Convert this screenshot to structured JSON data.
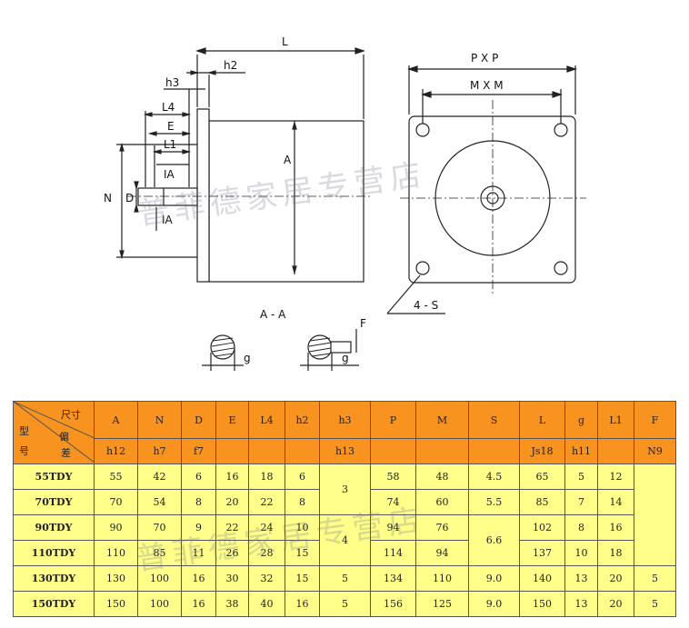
{
  "drawing": {
    "labels": {
      "L": "L",
      "h2": "h2",
      "h3": "h3",
      "L4": "L4",
      "E": "E",
      "L1": "L1",
      "IA_top": "IA",
      "IA_bottom": "IA",
      "N": "N",
      "D": "D",
      "A": "A",
      "PxP": "P X P",
      "MxM": "M X M",
      "4S": "4 - S",
      "AA": "A - A",
      "F": "F",
      "g1": "g",
      "g2": "g"
    }
  },
  "watermark": "普菲德家居专营店",
  "table": {
    "corner": {
      "top": "尺寸",
      "mid": "偏",
      "left1": "型",
      "left2": "号",
      "bottom": "差"
    },
    "columns": [
      "A",
      "N",
      "D",
      "E",
      "L4",
      "h2",
      "h3",
      "P",
      "M",
      "S",
      "L",
      "g",
      "L1",
      "F"
    ],
    "tolerances": [
      "h12",
      "h7",
      "f7",
      "",
      "",
      "",
      "h13",
      "",
      "",
      "",
      "Js18",
      "h11",
      "",
      "N9"
    ],
    "rows": [
      {
        "model": "55TDY",
        "cells": [
          "55",
          "42",
          "6",
          "16",
          "18",
          "6"
        ],
        "rest": [
          "58",
          "48",
          "",
          "65",
          "5",
          "12"
        ]
      },
      {
        "model": "70TDY",
        "cells": [
          "70",
          "54",
          "8",
          "20",
          "22",
          "8"
        ],
        "rest": [
          "74",
          "60",
          "",
          "85",
          "7",
          "14"
        ]
      },
      {
        "model": "90TDY",
        "cells": [
          "90",
          "70",
          "9",
          "22",
          "24",
          "10"
        ],
        "rest": [
          "94",
          "76",
          "",
          "102",
          "8",
          "16"
        ]
      },
      {
        "model": "110TDY",
        "cells": [
          "110",
          "85",
          "11",
          "26",
          "28",
          "15"
        ],
        "rest": [
          "114",
          "94",
          "",
          "137",
          "10",
          "18"
        ]
      },
      {
        "model": "130TDY",
        "cells": [
          "130",
          "100",
          "16",
          "30",
          "32",
          "15"
        ],
        "rest": [
          "134",
          "110",
          "",
          "140",
          "13",
          "20"
        ]
      },
      {
        "model": "150TDY",
        "cells": [
          "150",
          "100",
          "16",
          "38",
          "40",
          "16"
        ],
        "rest": [
          "156",
          "125",
          "",
          "150",
          "13",
          "20"
        ]
      }
    ],
    "merged": {
      "h3_rows_1_2": "3",
      "h3_rows_3_4": "4",
      "h3_row5": "5",
      "h3_row6": "5",
      "S_rows_1": "4.5",
      "S_row2": "5.5",
      "S_rows_3_4": "6.6",
      "S_row5": "9.0",
      "S_row6": "9.0",
      "F_row5": "5",
      "F_row6": "5"
    }
  }
}
